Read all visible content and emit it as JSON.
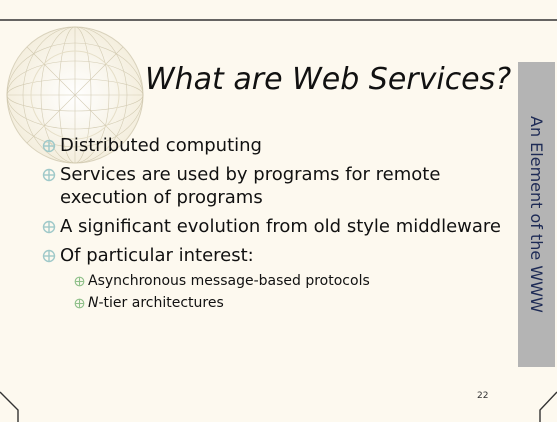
{
  "slide": {
    "title": "What are Web Services?",
    "side_label": "An Element of the WWW",
    "slide_number": "22",
    "bullets": [
      "Distributed computing",
      "Services are used by programs for remote execution of programs",
      "A significant evolution from old style middleware",
      "Of particular interest:"
    ],
    "sub_bullets": [
      "Asynchronous message-based protocols",
      "-tier architectures"
    ],
    "sub_bullet_italic_prefix": "N"
  },
  "icons": {
    "bullet": "circle-cross-bullet-icon",
    "globe": "wireframe-globe-icon"
  },
  "colors": {
    "background": "#fdf9ef",
    "side_band": "#b4b4b4",
    "side_text": "#1d2a55",
    "bullet": "#9fc9c9",
    "sub_bullet": "#8fc08a",
    "frame": "#333333"
  }
}
